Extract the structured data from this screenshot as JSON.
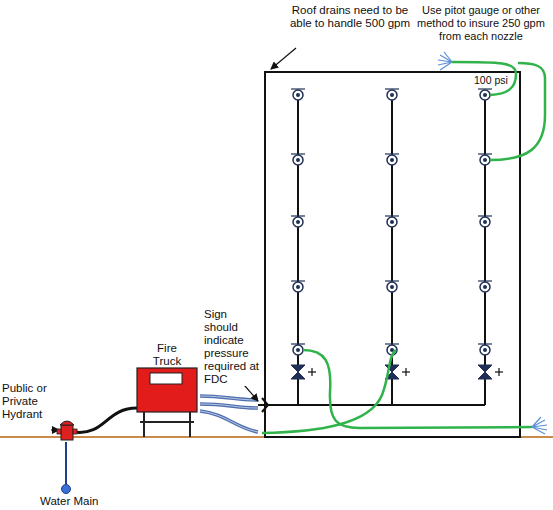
{
  "diagram": {
    "nodes": [
      {
        "text": [
          "Public or Private Hydrant"
        ]
      },
      {
        "text": [
          "Water Main"
        ]
      },
      {
        "text": [
          "Fire Truck"
        ]
      }
    ],
    "edges": [
      {
        "from": 1,
        "to": 0,
        "arrow": "none"
      },
      {
        "from": 0,
        "to": 2,
        "arrow": "none"
      }
    ],
    "labels": [
      "Roof drains need to be able to handle 500 gpm",
      "Use pitot gauge or other method to insure 250 gpm from each nozzle",
      "100 psi",
      "Sign should indicate pressure required at FDC"
    ]
  }
}
